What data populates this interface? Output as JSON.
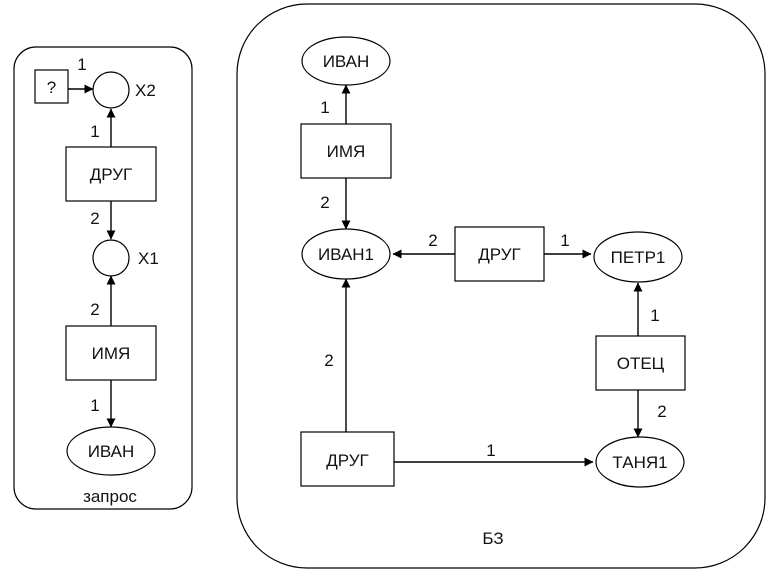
{
  "panels": {
    "query": {
      "label": "запрос"
    },
    "kb": {
      "label": "БЗ"
    }
  },
  "query": {
    "unknown": "?",
    "x2": "X2",
    "x1": "X1",
    "friend": "ДРУГ",
    "name": "ИМЯ",
    "ivan": "ИВАН",
    "edge_unknown_x2": "1",
    "edge_friend_x2": "1",
    "edge_friend_x1": "2",
    "edge_name_x1": "2",
    "edge_name_ivan": "1"
  },
  "kb": {
    "ivan": "ИВАН",
    "name": "ИМЯ",
    "ivan1": "ИВАН1",
    "friend_top": "ДРУГ",
    "petr1": "ПЕТР1",
    "father": "ОТЕЦ",
    "friend_bottom": "ДРУГ",
    "tanya1": "ТАНЯ1",
    "edge_name_ivan": "1",
    "edge_name_ivan1": "2",
    "edge_friend_ivan1": "2",
    "edge_friend_petr1": "1",
    "edge_father_petr1": "1",
    "edge_father_tanya1": "2",
    "edge_friend2_ivan1": "2",
    "edge_friend2_tanya1": "1"
  }
}
